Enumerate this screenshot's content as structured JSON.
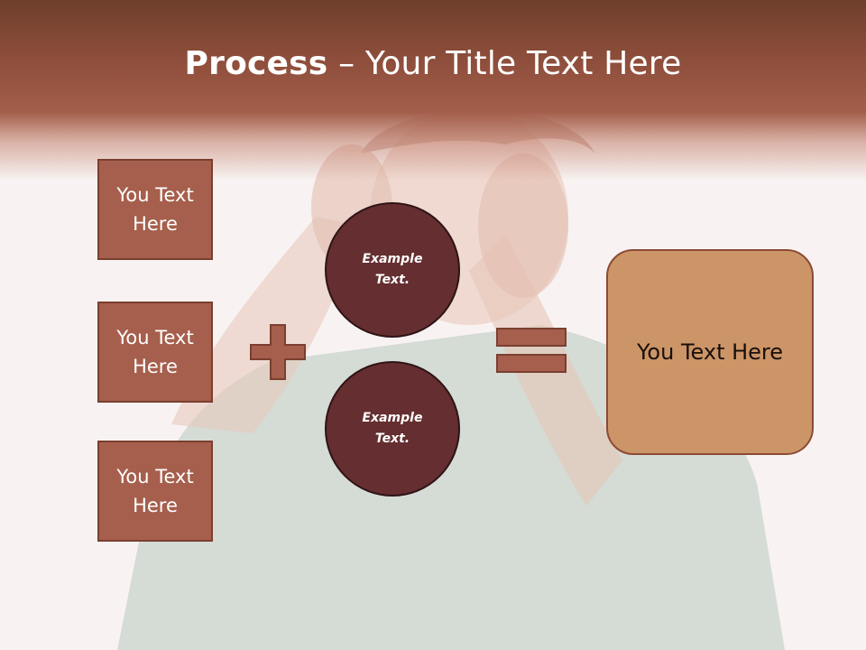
{
  "title": {
    "bold": "Process",
    "rest": " – Your Title Text Here"
  },
  "left_boxes": [
    {
      "label_line1": "You Text",
      "label_line2": "Here"
    },
    {
      "label_line1": "You Text",
      "label_line2": "Here"
    },
    {
      "label_line1": "You Text",
      "label_line2": "Here"
    }
  ],
  "circles": [
    {
      "line1": "Example",
      "line2": "Text."
    },
    {
      "line1": "Example",
      "line2": "Text."
    }
  ],
  "result": {
    "label": "You Text Here"
  },
  "colors": {
    "header": "#8f4f3c",
    "left_box_fill": "#a65f4c",
    "circle_fill": "#652e30",
    "result_fill": "#cc9567",
    "operator_fill": "#a65f4c"
  },
  "icons": {
    "plus": "plus-icon",
    "equals": "equals-icon",
    "background": "man-holding-head-photo"
  }
}
